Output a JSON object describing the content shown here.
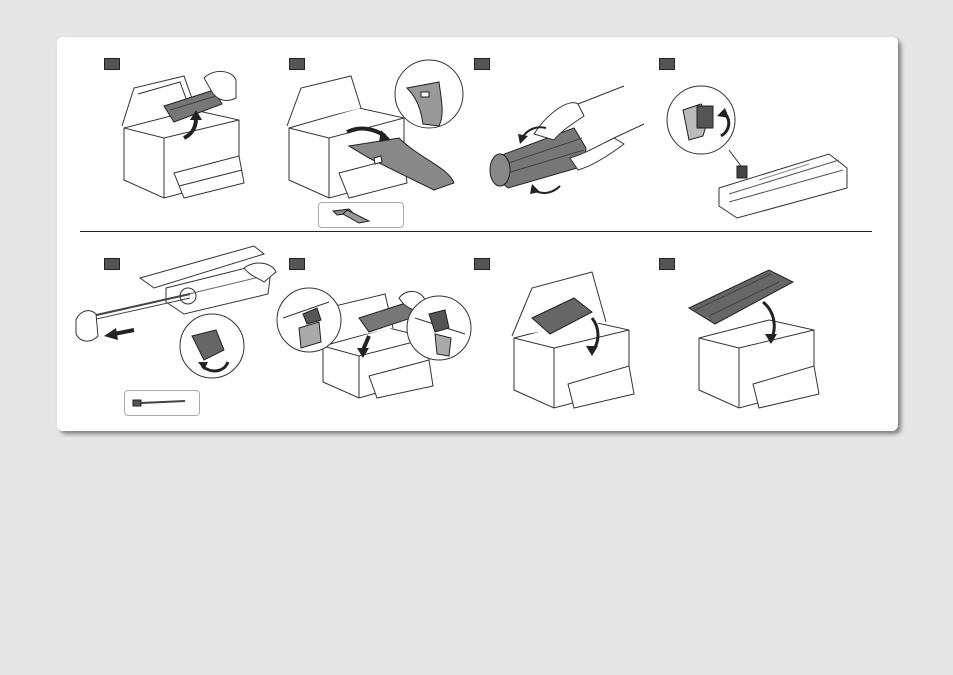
{
  "document": {
    "title": "",
    "steps": [
      {
        "id": 1,
        "description": "lift-cartridge-out"
      },
      {
        "id": 2,
        "description": "pull-sealing-tape"
      },
      {
        "id": 3,
        "description": "shake-cartridge"
      },
      {
        "id": 4,
        "description": "remove-tab"
      },
      {
        "id": 5,
        "description": "pull-out-sealing-tape"
      },
      {
        "id": 6,
        "description": "insert-cartridge"
      },
      {
        "id": 7,
        "description": "close-inner-cover"
      },
      {
        "id": 8,
        "description": "close-scanner-unit"
      }
    ]
  },
  "colors": {
    "background": "#e6e6e6",
    "sheet": "#ffffff",
    "marker": "#555555",
    "line": "#333333",
    "part": "#7a7a7a"
  }
}
